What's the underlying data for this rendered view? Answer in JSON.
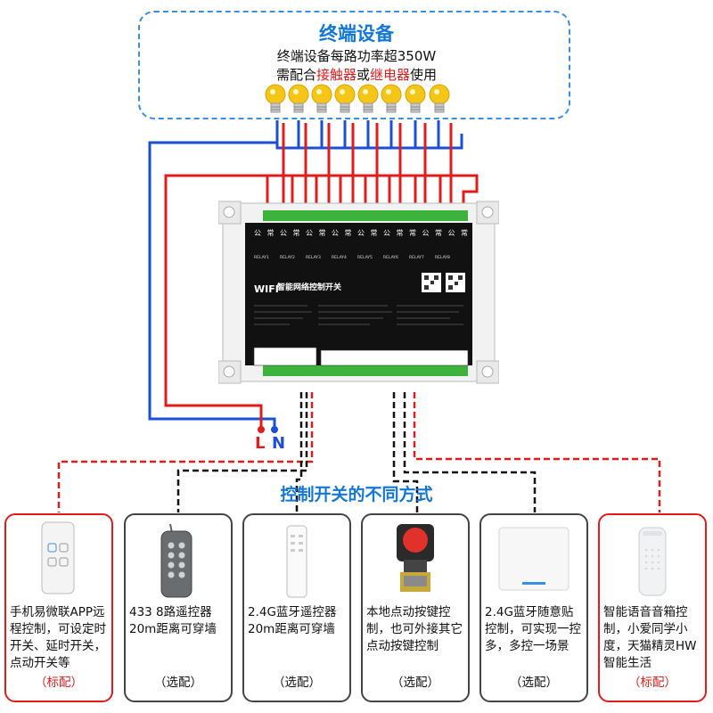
{
  "header": {
    "title": "终端设备",
    "line1": "终端设备每路功率超350W",
    "line2_before": "需配合",
    "line2_contactor": "接触器",
    "line2_or": "或",
    "line2_relay": "继电器",
    "line2_after": "使用"
  },
  "power": {
    "live": "L",
    "neutral": "N"
  },
  "module": {
    "brand": "WIFI",
    "name": "智能网络控制开关",
    "terminal_labels": [
      "公",
      "常",
      "公",
      "常",
      "公",
      "常",
      "公",
      "常",
      "公",
      "常",
      "公",
      "常",
      "常",
      "公",
      "常",
      "公",
      "常"
    ],
    "relays": [
      "RELAY1",
      "RELAY2",
      "RELAY3",
      "RELAY4",
      "RELAY5",
      "RELAY6",
      "RELAY7",
      "RELAY8"
    ]
  },
  "control_title": "控制开关的不同方式",
  "cards": [
    {
      "text": "手机易微联APP远程控制，可设定时开关、延时开关，点动开关等",
      "note": "（标配）"
    },
    {
      "text": "433   8路遥控器20m距离可穿墙",
      "note": "（选配）"
    },
    {
      "text": "2.4G蓝牙遥控器20m距离可穿墙",
      "note": "（选配）"
    },
    {
      "text": "本地点动按键控制，也可外接其它点动按键控制",
      "note": "（选配）"
    },
    {
      "text": "2.4G蓝牙随意贴控制，可实现一控多，多控一场景",
      "note": "（选配）"
    },
    {
      "text": "智能语音音箱控制，小爱同学小度，天猫精灵HW智能生活",
      "note": "（标配）"
    }
  ],
  "colors": {
    "accent": "#1277d6",
    "live": "#e21b1b",
    "neutral": "#1b4fd6",
    "signal": "#111111"
  }
}
